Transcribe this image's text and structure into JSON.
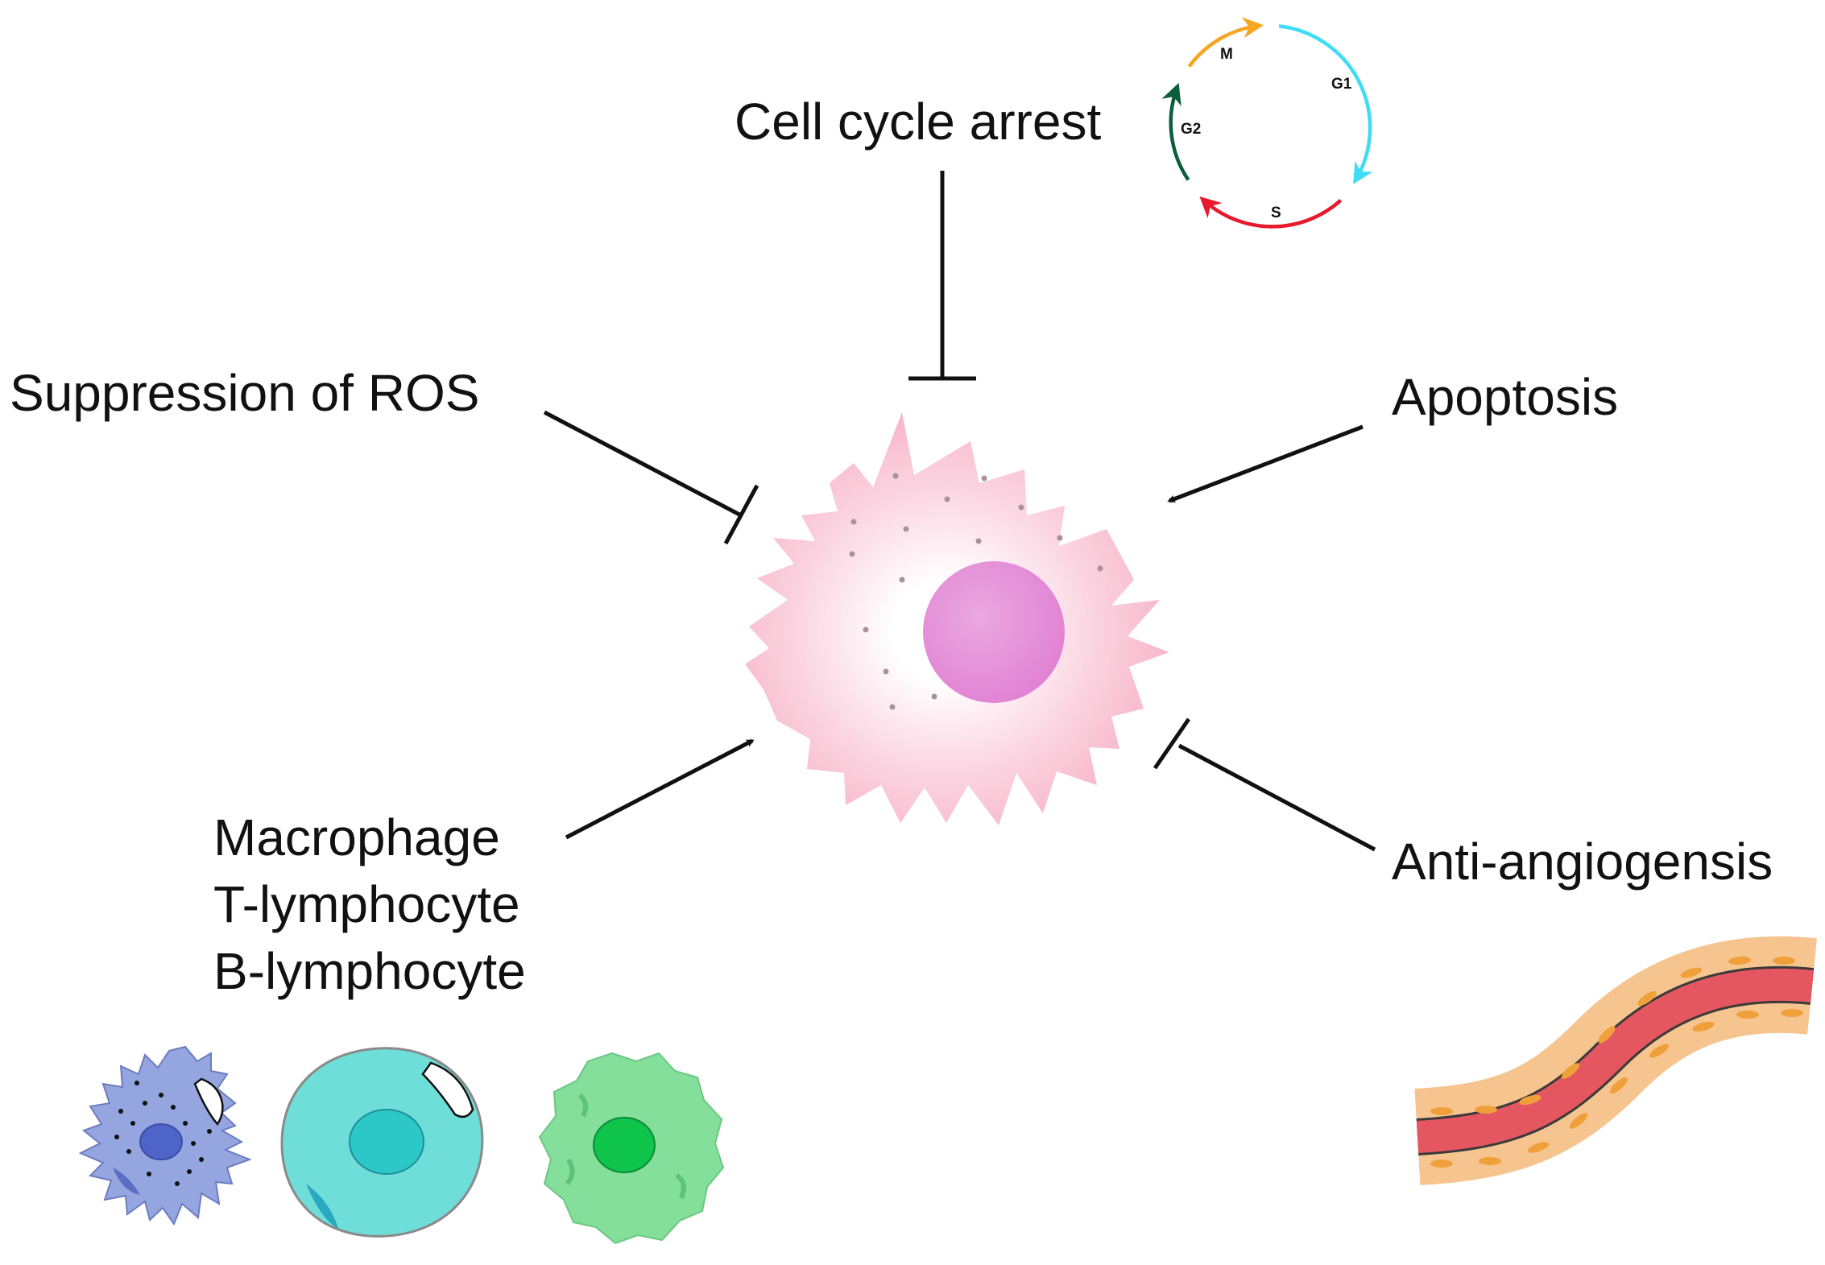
{
  "labels": {
    "cell_cycle": "Cell cycle arrest",
    "ros": "Suppression of ROS",
    "apoptosis": "Apoptosis",
    "immune": [
      "Macrophage",
      "T-lymphocyte",
      "B-lymphocyte"
    ],
    "angio": "Anti-angiogensis"
  },
  "cell_cycle_phases": {
    "m": "M",
    "g1": "G1",
    "s": "S",
    "g2": "G2"
  },
  "relations": [
    {
      "from": "Cell cycle arrest",
      "type": "inhibition"
    },
    {
      "from": "Suppression of ROS",
      "type": "inhibition"
    },
    {
      "from": "Apoptosis",
      "type": "activation"
    },
    {
      "from": "Macrophage / T-lymphocyte / B-lymphocyte",
      "type": "activation"
    },
    {
      "from": "Anti-angiogensis",
      "type": "inhibition"
    }
  ],
  "colors": {
    "cell_outer": "#f7b8cc",
    "cell_center": "#ffffff",
    "nucleus": "#e79ad8",
    "phase_m": "#f5a623",
    "phase_g1": "#3fdcf5",
    "phase_s": "#e8182d",
    "phase_g2": "#0b5e3b",
    "macrophage": "#95a5e0",
    "t_cell": "#6fded8",
    "b_cell": "#84df9a",
    "vessel_lumen": "#e55760",
    "vessel_wall": "#f6c48e"
  }
}
